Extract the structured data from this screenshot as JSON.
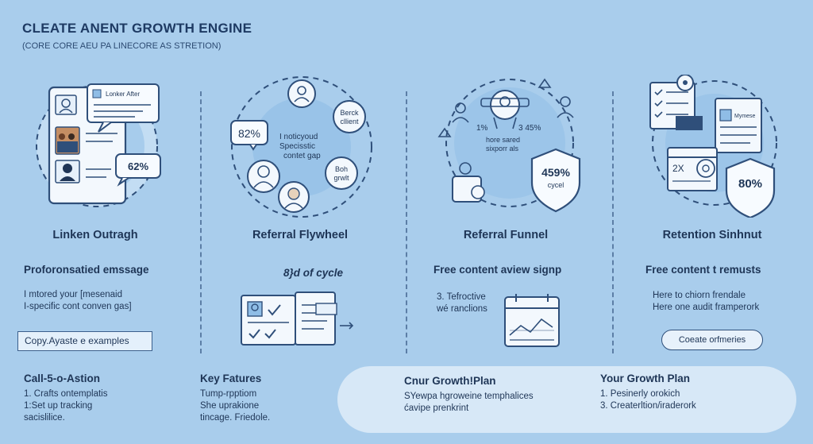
{
  "header": {
    "title": "CLEATE ANENT GROWTH ENGINE",
    "subtitle": "(CORE CORE   AEU PA  LINECORE AS STRETION)"
  },
  "panels": [
    {
      "title": "Linken Outragh",
      "heading": "Proforonsatied emssage",
      "lines": [
        "I mtored your [mesenaid",
        "I-specific cont conven gas]"
      ],
      "button": "Copy.Ayaste e examples",
      "illus": {
        "chat_label": "Lonker After",
        "stat": "62%"
      }
    },
    {
      "title": "Referral Flywheel",
      "heading": "8}d of cycle",
      "illus": {
        "stat": "82%",
        "center_lines": [
          "I noticyoud",
          "Specisstic",
          "contet gap"
        ],
        "bubble1_lines": [
          "Berck",
          "cllient"
        ],
        "bubble2_lines": [
          "Boh",
          "grwlt"
        ]
      }
    },
    {
      "title": "Referral Funnel",
      "heading": "Free content aview signp",
      "lines": [
        "3. Tefroctive",
        "wé ranclions"
      ],
      "illus": {
        "left_pct": "1%",
        "right_pct": "3 45%",
        "center_lines": [
          "hore sared",
          "sixporr als"
        ],
        "shield_stat": "459%",
        "shield_sub": "cycel"
      }
    },
    {
      "title": "Retention Sinhnut",
      "heading": "Free content t remusts",
      "lines": [
        "Here to chiorn frendale",
        "Here one audit framperork"
      ],
      "button": "Coeate orfmeries",
      "illus": {
        "doc_label": "Mymese",
        "shield_stat": "80%",
        "calendar_code": "2X"
      }
    }
  ],
  "bottom": {
    "col1": {
      "heading": "Call-5-o-Astion",
      "lines": [
        "1. Crafts ontemplatis",
        "1:Set up tracking",
        "sacislilice."
      ]
    },
    "col2": {
      "heading": "Key Fatures",
      "lines": [
        "Tump-rpptiom",
        "She uprakione",
        "tincage. Friedole."
      ]
    },
    "col3": {
      "heading": "Cnur Growth!Plan",
      "lines": [
        "SYewpa hgroweine temphalices",
        "ćavipe prenkrint"
      ]
    },
    "col4": {
      "heading": "Your Growth Plan",
      "lines": [
        "1. Pesinerly orokich",
        "3. Createrltion/iraderork"
      ]
    }
  }
}
